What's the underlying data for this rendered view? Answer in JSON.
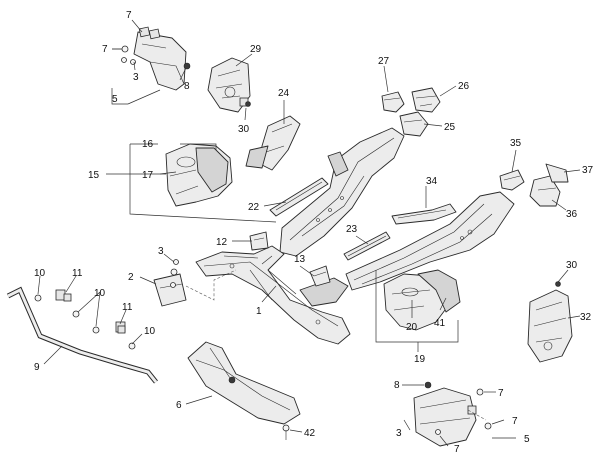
{
  "callouts": {
    "c1": "1",
    "c2": "2",
    "c3": "3",
    "c4": "3",
    "c5": "3",
    "c6": "5",
    "c7": "5",
    "c8": "6",
    "c9": "7",
    "c10": "7",
    "c11": "7",
    "c12": "7",
    "c13": "7",
    "c14": "8",
    "c15": "8",
    "c16": "9",
    "c17": "10",
    "c18": "10",
    "c19": "10",
    "c20": "11",
    "c21": "11",
    "c22": "12",
    "c23": "13",
    "c24": "15",
    "c25": "16",
    "c26": "17",
    "c27": "19",
    "c28": "20",
    "c29": "22",
    "c30": "23",
    "c31": "24",
    "c32": "25",
    "c33": "26",
    "c34": "27",
    "c35": "29",
    "c36": "30",
    "c37": "30",
    "c38": "32",
    "c39": "34",
    "c40": "35",
    "c41": "36",
    "c42": "37",
    "c43": "41",
    "c44": "42"
  }
}
